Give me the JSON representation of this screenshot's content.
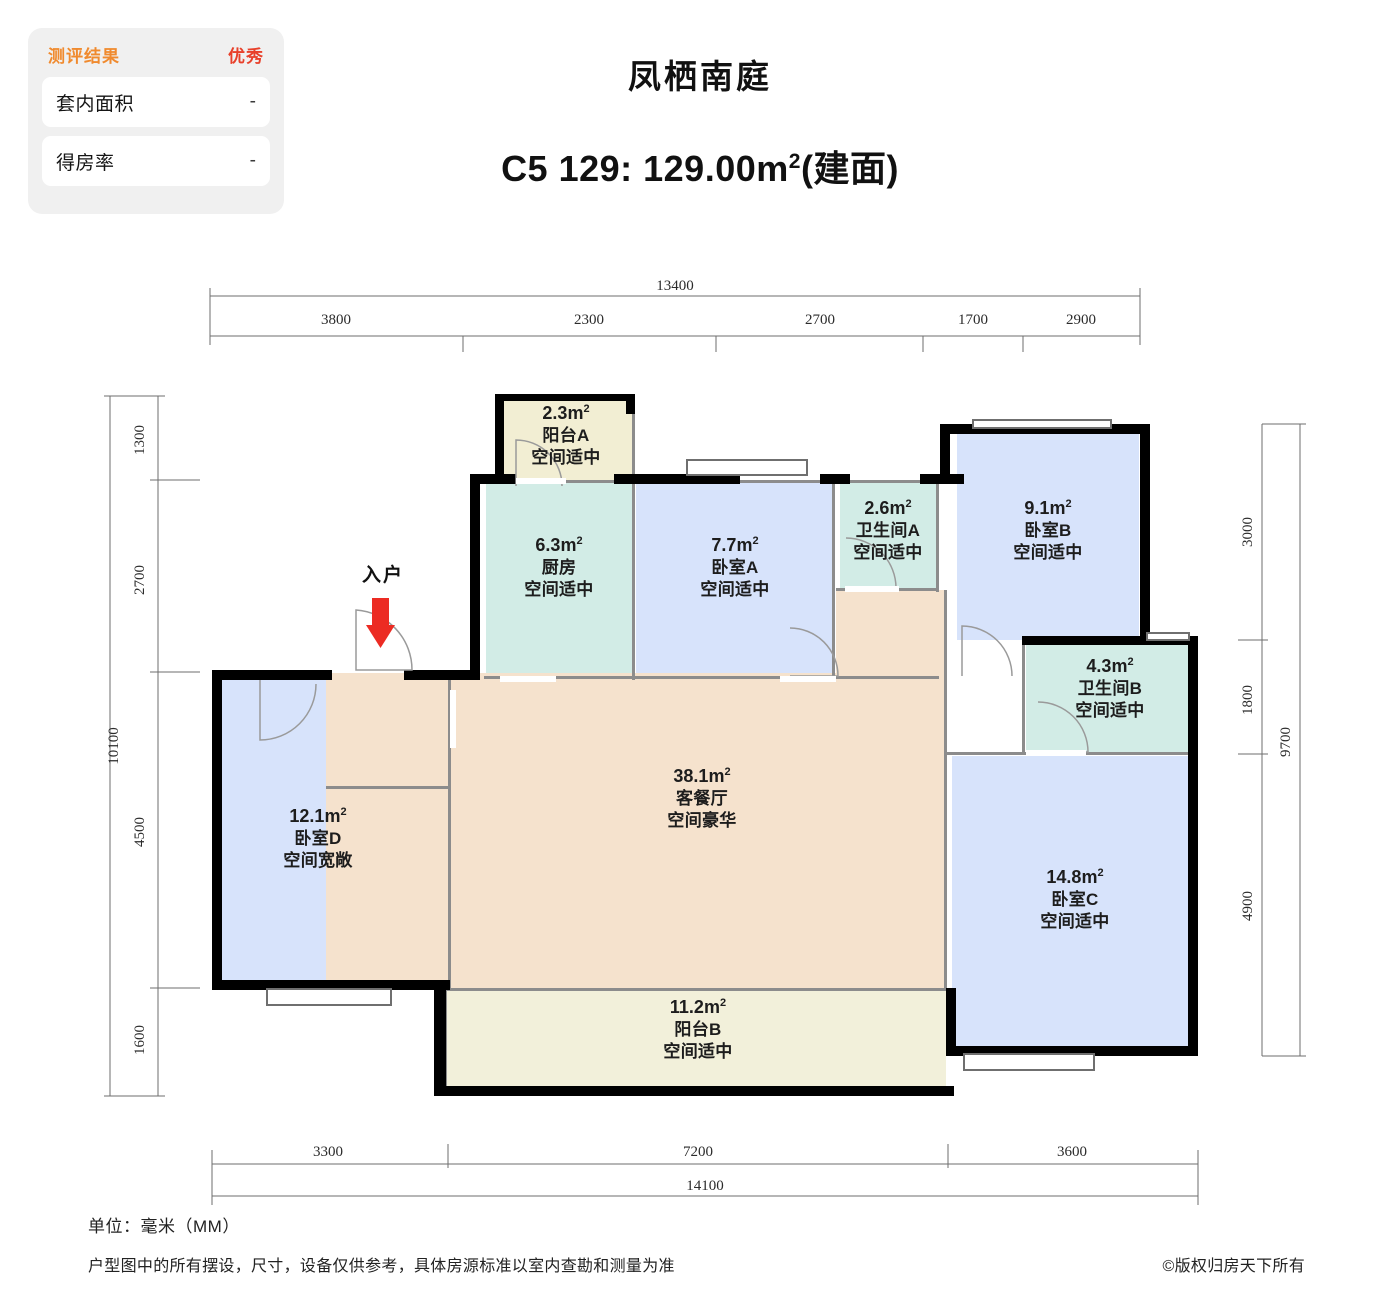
{
  "evaluation": {
    "header_label": "测评结果",
    "header_value": "优秀",
    "rows": [
      {
        "label": "套内面积",
        "value": "-"
      },
      {
        "label": "得房率",
        "value": "-"
      }
    ]
  },
  "header": {
    "project_name": "凤栖南庭",
    "plan_title": "C5 129: 129.00m",
    "plan_title_sup": "2",
    "plan_title_tail": "(建面)"
  },
  "entrance": {
    "label": "入户",
    "icon": "down-arrow-icon"
  },
  "rooms": [
    {
      "id": "balcony-a",
      "area": "2.3m",
      "sup": "2",
      "name": "阳台A",
      "comment": "空间适中",
      "color": "#f2eed3"
    },
    {
      "id": "kitchen",
      "area": "6.3m",
      "sup": "2",
      "name": "厨房",
      "comment": "空间适中",
      "color": "#d2ece6"
    },
    {
      "id": "bedroom-a",
      "area": "7.7m",
      "sup": "2",
      "name": "卧室A",
      "comment": "空间适中",
      "color": "#d7e3fb"
    },
    {
      "id": "bathroom-a",
      "area": "2.6m",
      "sup": "2",
      "name": "卫生间A",
      "comment": "空间适中",
      "color": "#d2ece6"
    },
    {
      "id": "bedroom-b",
      "area": "9.1m",
      "sup": "2",
      "name": "卧室B",
      "comment": "空间适中",
      "color": "#d7e3fb"
    },
    {
      "id": "bathroom-b",
      "area": "4.3m",
      "sup": "2",
      "name": "卫生间B",
      "comment": "空间适中",
      "color": "#d2ece6"
    },
    {
      "id": "living",
      "area": "38.1m",
      "sup": "2",
      "name": "客餐厅",
      "comment": "空间豪华",
      "color": "#f5e2cd"
    },
    {
      "id": "bedroom-c",
      "area": "14.8m",
      "sup": "2",
      "name": "卧室C",
      "comment": "空间适中",
      "color": "#d7e3fb"
    },
    {
      "id": "bedroom-d",
      "area": "12.1m",
      "sup": "2",
      "name": "卧室D",
      "comment": "空间宽敞",
      "color": "#d7e3fb"
    },
    {
      "id": "balcony-b",
      "area": "11.2m",
      "sup": "2",
      "name": "阳台B",
      "comment": "空间适中",
      "color": "#f2f0da"
    }
  ],
  "dimensions": {
    "top": {
      "total": "13400",
      "segments": [
        "3800",
        "2300",
        "2700",
        "1700",
        "2900"
      ]
    },
    "left": {
      "total": "10100",
      "segments": [
        "1300",
        "2700",
        "4500",
        "1600"
      ]
    },
    "right": {
      "total": "9700",
      "segments": [
        "3000",
        "1800",
        "4900"
      ]
    },
    "bottom": {
      "total": "14100",
      "segments": [
        "3300",
        "7200",
        "3600"
      ]
    }
  },
  "footer": {
    "unit": "单位：毫米（MM）",
    "disclaimer": "户型图中的所有摆设，尺寸，设备仅供参考，具体房源标准以室内查勘和测量为准",
    "copyright": "©版权归房天下所有"
  }
}
